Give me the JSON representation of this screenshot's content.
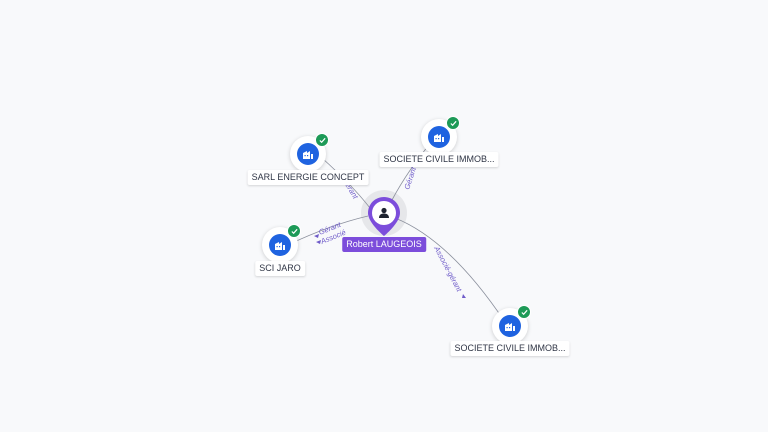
{
  "center": {
    "name": "Robert LAUGEOIS",
    "icon": "person-icon",
    "color": "#7c4ddb"
  },
  "companies": [
    {
      "label": "SARL ENERGIE CONCEPT",
      "icon": "building-icon",
      "status": "check-icon"
    },
    {
      "label": "SOCIETE CIVILE IMMOB...",
      "icon": "building-icon",
      "status": "check-icon"
    },
    {
      "label": "SCI JARO",
      "icon": "building-icon",
      "status": "check-icon"
    },
    {
      "label": "SOCIETE CIVILE IMMOB...",
      "icon": "building-icon",
      "status": "check-icon"
    }
  ],
  "edges": [
    {
      "label": "Gérant",
      "to": "SARL ENERGIE CONCEPT"
    },
    {
      "label": "Gérant",
      "to": "SOCIETE CIVILE IMMOB..."
    },
    {
      "label": "Gérant",
      "to": "SCI JARO"
    },
    {
      "label": "Associé",
      "to": "SCI JARO"
    },
    {
      "label": "Associé-gérant",
      "to": "SOCIETE CIVILE IMMOB..."
    }
  ],
  "colors": {
    "company": "#1f63e0",
    "verified": "#1d9a57",
    "edge_label": "#6f5cc9",
    "edge_line": "#8a8f9c"
  }
}
